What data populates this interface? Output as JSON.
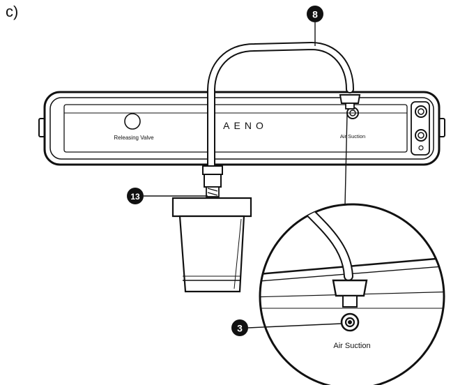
{
  "figure_label": "c)",
  "device": {
    "brand": "AENO",
    "releasing_valve_label": "Releasing Valve",
    "air_suction_label": "Air Suction"
  },
  "callouts": {
    "hose": "8",
    "container_adapter": "13",
    "air_suction_port": "3"
  },
  "zoom": {
    "air_suction_label": "Air Suction"
  }
}
